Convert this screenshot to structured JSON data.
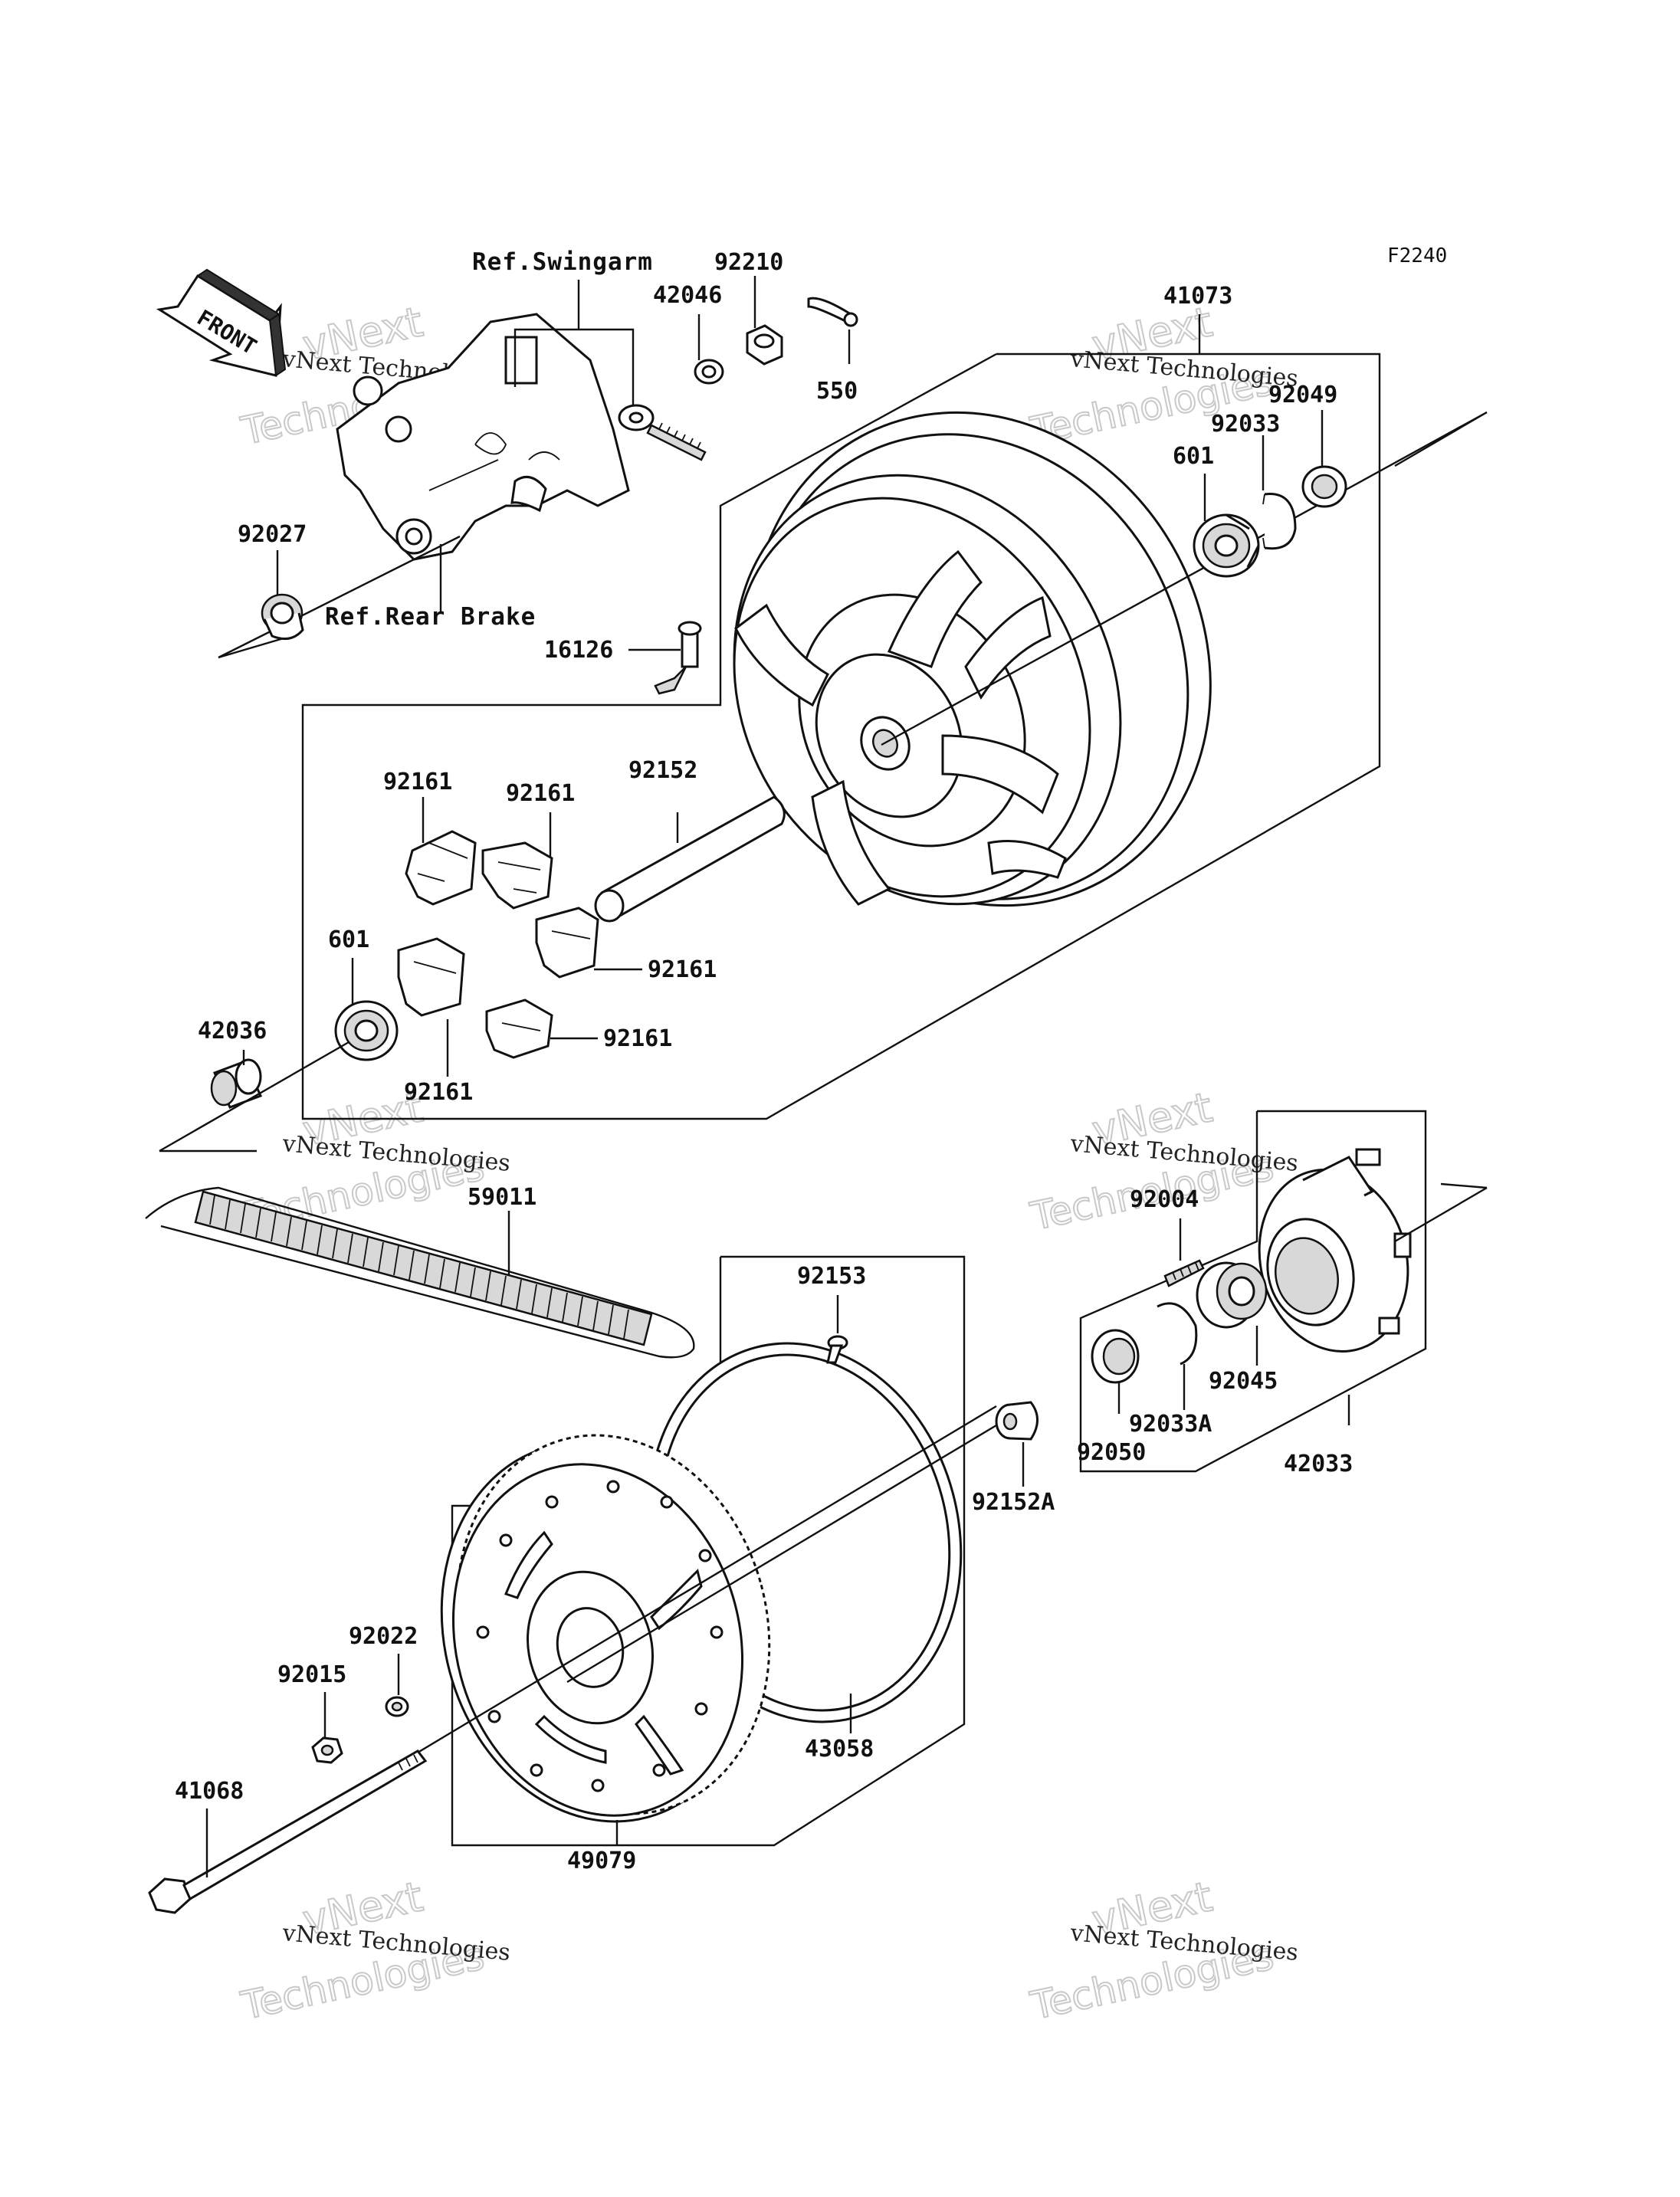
{
  "figure_code": "F2240",
  "front_label": "FRONT",
  "references": {
    "swingarm": "Ref.Swingarm",
    "rear_brake": "Ref.Rear Brake"
  },
  "watermark": {
    "line1": "vNext Technologies",
    "line2": "vNext",
    "line3": "Technologies"
  },
  "parts": [
    {
      "id": "p92210",
      "number": "92210"
    },
    {
      "id": "p42046",
      "number": "42046"
    },
    {
      "id": "p550",
      "number": "550"
    },
    {
      "id": "p41073",
      "number": "41073"
    },
    {
      "id": "p92049",
      "number": "92049"
    },
    {
      "id": "p92033",
      "number": "92033"
    },
    {
      "id": "p601_top",
      "number": "601"
    },
    {
      "id": "p92027",
      "number": "92027"
    },
    {
      "id": "p16126",
      "number": "16126"
    },
    {
      "id": "p92161_a",
      "number": "92161"
    },
    {
      "id": "p92161_b",
      "number": "92161"
    },
    {
      "id": "p92152",
      "number": "92152"
    },
    {
      "id": "p601_bottom",
      "number": "601"
    },
    {
      "id": "p92161_c",
      "number": "92161"
    },
    {
      "id": "p42036",
      "number": "42036"
    },
    {
      "id": "p92161_d",
      "number": "92161"
    },
    {
      "id": "p92161_e",
      "number": "92161"
    },
    {
      "id": "p59011",
      "number": "59011"
    },
    {
      "id": "p92004",
      "number": "92004"
    },
    {
      "id": "p92153",
      "number": "92153"
    },
    {
      "id": "p92045",
      "number": "92045"
    },
    {
      "id": "p92033A",
      "number": "92033A"
    },
    {
      "id": "p92050",
      "number": "92050"
    },
    {
      "id": "p42033",
      "number": "42033"
    },
    {
      "id": "p92152A",
      "number": "92152A"
    },
    {
      "id": "p92022",
      "number": "92022"
    },
    {
      "id": "p92015",
      "number": "92015"
    },
    {
      "id": "p43058",
      "number": "43058"
    },
    {
      "id": "p41068",
      "number": "41068"
    },
    {
      "id": "p49079",
      "number": "49079"
    }
  ]
}
